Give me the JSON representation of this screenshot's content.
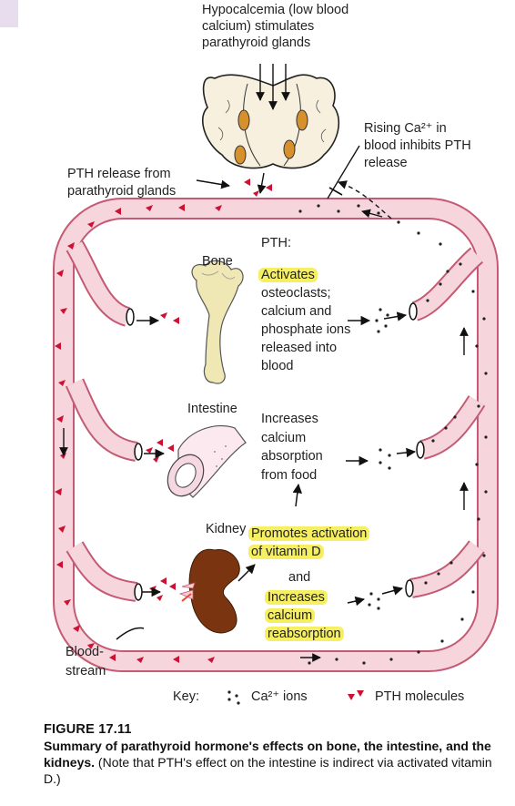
{
  "labels": {
    "trigger": "Hypocalcemia (low blood calcium) stimulates parathyroid glands",
    "rising": "Rising Ca²⁺ in blood inhibits PTH release",
    "pth_release": "PTH release from parathyroid glands",
    "pth_heading": "PTH:",
    "bone": "Bone",
    "bone_effect_1": "Activates",
    "bone_effect_2": "osteoclasts;",
    "bone_effect_3": "calcium and phosphate ions released into blood",
    "intestine": "Intestine",
    "intestine_effect": "Increases calcium absorption from food",
    "kidney": "Kidney",
    "kidney_effect_1a": "Promotes activation",
    "kidney_effect_1b": "of vitamin D",
    "kidney_and": "and",
    "kidney_effect_2a": "Increases",
    "kidney_effect_2b": "calcium",
    "kidney_effect_2c": "reabsorption",
    "bloodstream": "Blood-stream"
  },
  "key": {
    "title": "Key:",
    "ca_ions": "Ca²⁺ ions",
    "pth_molecules": "PTH molecules"
  },
  "caption": {
    "figure_number": "FIGURE 17.11",
    "bold_text": "Summary of parathyroid hormone's effects on bone, the intestine, and the kidneys.",
    "normal_text": "(Note that PTH's effect on the intestine is indirect via activated vitamin D.)"
  },
  "colors": {
    "vessel_fill": "#f6d6dc",
    "vessel_stroke": "#c45a73",
    "pth": "#cc1133",
    "highlight": "#f6ef62",
    "bone": "#efe7b4",
    "kidney": "#7a3410"
  }
}
